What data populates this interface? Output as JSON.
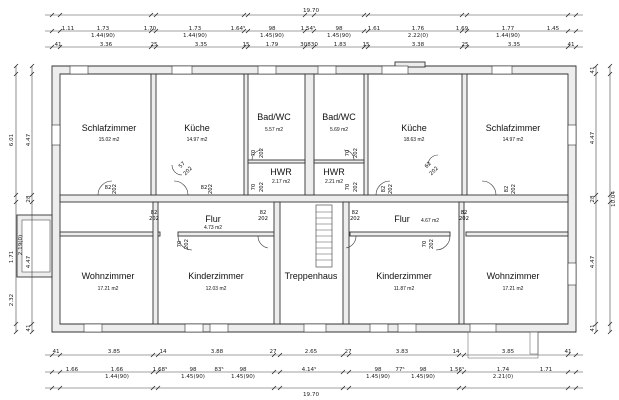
{
  "dims": {
    "top_total": "19.70",
    "top_row1": [
      "1.11",
      "1.73",
      "1.70",
      "1.73",
      "1.64⁵",
      "98",
      "1.54⁵",
      "98",
      "1.61",
      "1.76",
      "1.69",
      "1.77",
      "1.45"
    ],
    "top_row2": [
      "1.44(90)",
      "1.44(90)",
      "1.45(90)",
      "1.45(90)",
      "2.22(0)",
      "1.44(90)"
    ],
    "top_row3": [
      "41",
      "3.36",
      "25",
      "3.35",
      "15",
      "1.79",
      "30830",
      "1.83",
      "15",
      "3.38",
      "25",
      "3.35",
      "41"
    ],
    "bottom_row1": [
      "41",
      "3.85",
      "14",
      "3.88",
      "27",
      "2.65",
      "27",
      "3.83",
      "14",
      "3.85",
      "41"
    ],
    "bottom_row2": [
      "1.66",
      "1.66",
      "1.68⁵",
      "98",
      "83⁵",
      "98",
      "4.14⁵",
      "98",
      "77⁵",
      "98",
      "1.56⁵",
      "1.74",
      "1.71"
    ],
    "bottom_row3": [
      "1.44(90)",
      "1.45(90)",
      "1.45(90)",
      "1.45(90)",
      "1.45(90)",
      "2.21(0)"
    ],
    "bottom_total": "19.70",
    "left_outer": [
      "6.01",
      "1.71",
      "2.32"
    ],
    "left_inner": [
      "4.47",
      "28",
      "4.47",
      "41"
    ],
    "left_window": "2.19(0)",
    "right_outer": "10.04",
    "right_inner": [
      "41",
      "4.47",
      "28",
      "4.47",
      "41"
    ]
  },
  "rooms": [
    {
      "name": "Schlafzimmer",
      "area": "15.02 m2"
    },
    {
      "name": "Küche",
      "area": "14.97 m2"
    },
    {
      "name": "Bad/WC",
      "area": "5.57 m2"
    },
    {
      "name": "Bad/WC",
      "area": "5.69 m2"
    },
    {
      "name": "Küche",
      "area": "18.63 m2"
    },
    {
      "name": "Schlafzimmer",
      "area": "14.97 m2"
    },
    {
      "name": "HWR",
      "area": "2.17 m2"
    },
    {
      "name": "HWR",
      "area": "2.21 m2"
    },
    {
      "name": "Flur",
      "area": "4.73 m2"
    },
    {
      "name": "Flur",
      "area": "4.67 m2"
    },
    {
      "name": "Wohnzimmer",
      "area": "17.21 m2"
    },
    {
      "name": "Kinderzimmer",
      "area": "12.03 m2"
    },
    {
      "name": "Treppenhaus",
      "area": ""
    },
    {
      "name": "Kinderzimmer",
      "area": "11.87 m2"
    },
    {
      "name": "Wohnzimmer",
      "area": "17.21 m2"
    }
  ],
  "doors": [
    {
      "w": "82",
      "h": "202"
    },
    {
      "w": "82",
      "h": "202"
    },
    {
      "w": "70",
      "h": "202"
    },
    {
      "w": "70",
      "h": "202"
    },
    {
      "w": "57",
      "h": "202"
    },
    {
      "w": "62",
      "h": "202"
    },
    {
      "w": "70",
      "h": "202"
    },
    {
      "w": "70",
      "h": "202"
    },
    {
      "w": "82",
      "h": "202"
    },
    {
      "w": "82",
      "h": "202"
    },
    {
      "w": "82",
      "h": "202"
    },
    {
      "w": "82",
      "h": "202"
    },
    {
      "w": "82",
      "h": "202"
    },
    {
      "w": "82",
      "h": "202"
    },
    {
      "w": "70",
      "h": "202"
    },
    {
      "w": "70",
      "h": "202"
    }
  ]
}
